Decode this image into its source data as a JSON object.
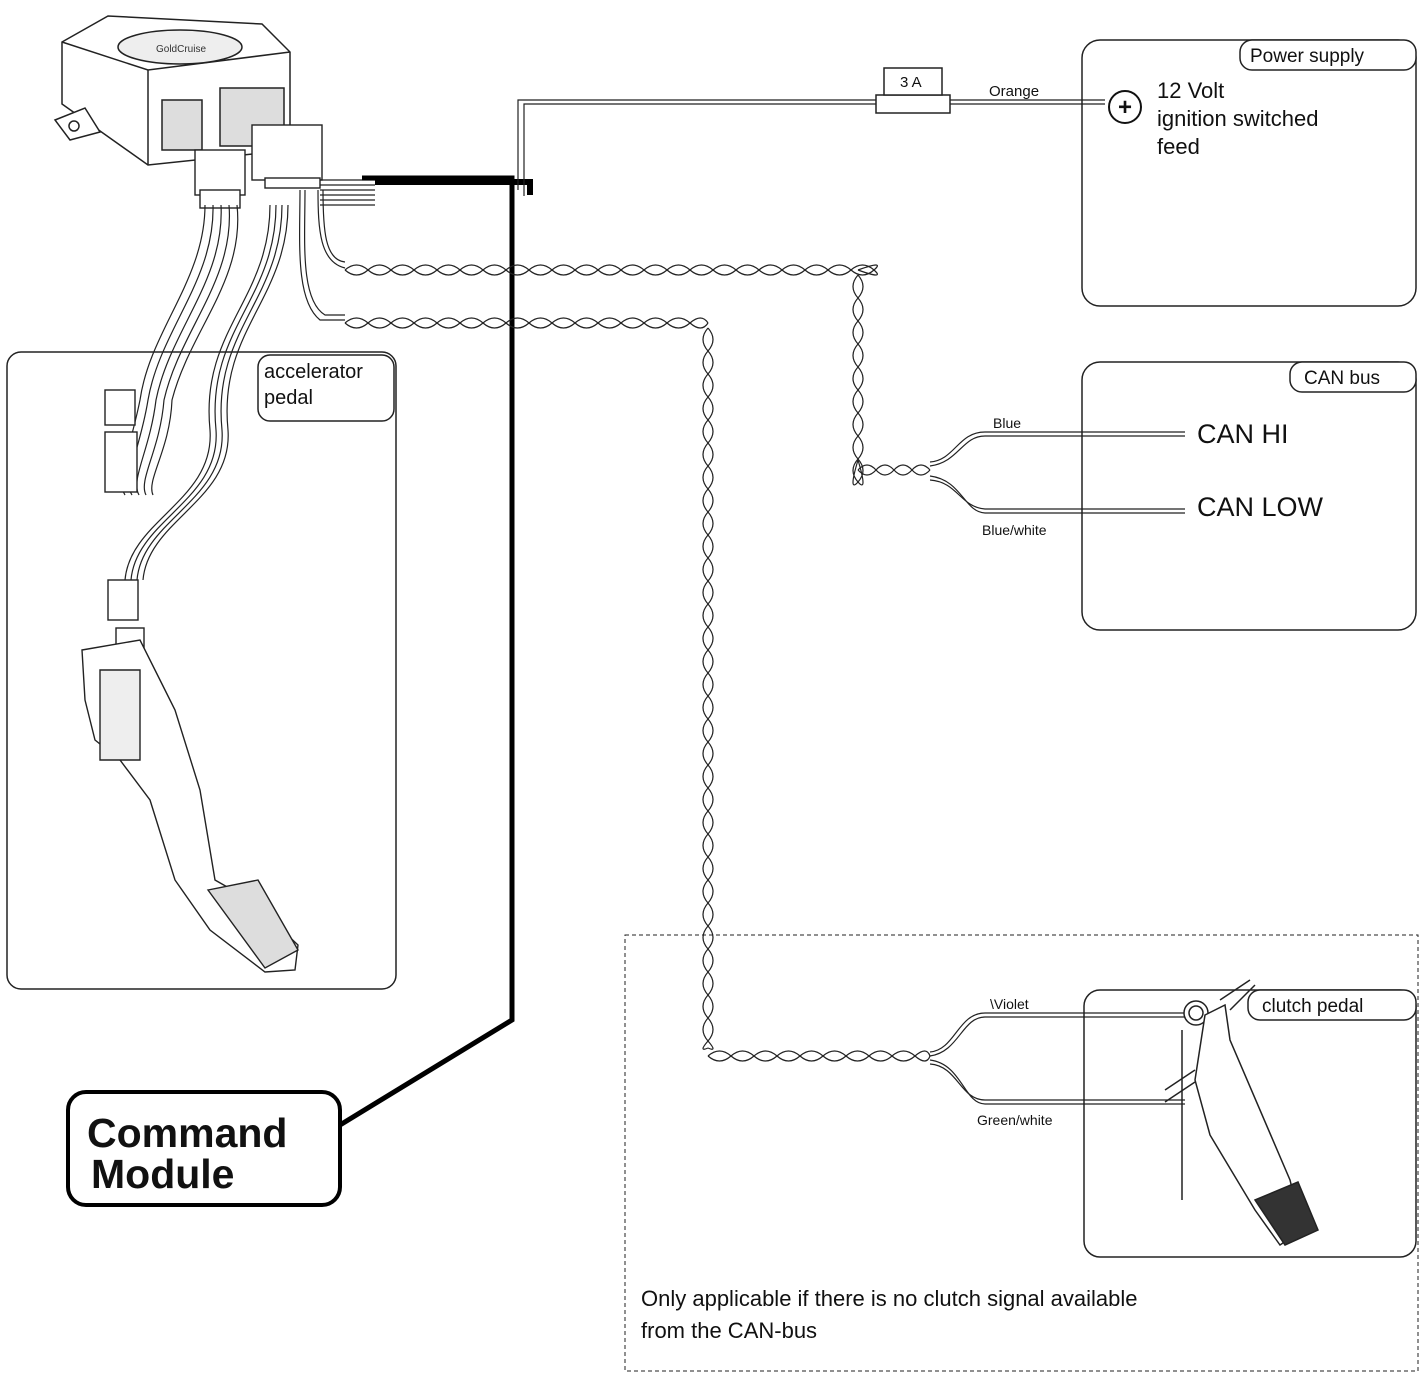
{
  "fuse": {
    "rating": "3 A"
  },
  "wires": {
    "orange": "Orange",
    "blue": "Blue",
    "blue_white": "Blue/white",
    "violet": "\\Violet",
    "green_white": "Green/white"
  },
  "power_supply": {
    "title": "Power supply",
    "symbol": "+",
    "line1": "12 Volt",
    "line2": "ignition switched",
    "line3": "feed"
  },
  "can_bus": {
    "title": "CAN bus",
    "hi": "CAN HI",
    "low": "CAN LOW"
  },
  "accelerator": {
    "line1": "accelerator",
    "line2": "pedal"
  },
  "clutch": {
    "title": "clutch pedal"
  },
  "command_module": {
    "line1": "Command",
    "line2": "Module"
  },
  "note": {
    "line1": "Only applicable if there is no clutch signal available",
    "line2": "from the CAN-bus"
  }
}
